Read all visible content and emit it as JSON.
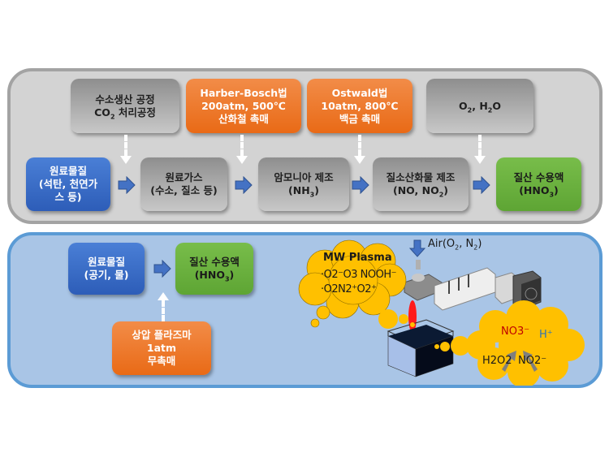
{
  "top_process": {
    "inputs": [
      {
        "line1": "수소생산 공정",
        "line2": "CO",
        "line2_sub": "2",
        "line2_rest": " 처리공정"
      },
      {
        "line1": "Harber-Bosch법",
        "line2": "200atm, 500℃",
        "line3": "산화철 촉매"
      },
      {
        "line1": "Ostwald법",
        "line2": "10atm, 800℃",
        "line3": "백금 촉매"
      },
      {
        "text_a": "O",
        "sub_a": "2",
        "text_b": ", H",
        "sub_b": "2",
        "text_c": "O"
      }
    ],
    "steps": [
      {
        "line1": "원료물질",
        "line2": "(석탄, 천연가",
        "line3": "스 등)"
      },
      {
        "line1": "원료가스",
        "line2": "(수소, 질소 등)"
      },
      {
        "line1": "암모니아 제조",
        "line2": "(NH",
        "line2_sub": "3",
        "line2_rest": ")"
      },
      {
        "line1": "질소산화물 제조",
        "line2": "(NO, NO",
        "line2_sub": "2",
        "line2_rest": ")"
      },
      {
        "line1": "질산 수용액",
        "line2": "(HNO",
        "line2_sub": "3",
        "line2_rest": ")"
      }
    ]
  },
  "bottom_process": {
    "source": {
      "line1": "원료물질",
      "line2": "(공기, 물)"
    },
    "product": {
      "line1": "질산 수용액",
      "line2": "(HNO",
      "line2_sub": "3",
      "line2_rest": ")"
    },
    "method": {
      "line1": "상압 플라즈마",
      "line2": "1atm",
      "line3": "무촉매"
    },
    "air_label": {
      "a": "Air(O",
      "sub1": "2",
      "b": ", N",
      "sub2": "2",
      "c": ")"
    },
    "plasma_cloud": {
      "title": "MW Plasma",
      "species_row1": [
        "·O2⁻",
        "O3",
        "NO",
        "OH⁻"
      ],
      "species_row2": [
        "·O2",
        "N2⁺",
        "O2⁺"
      ]
    },
    "liquid_cloud": {
      "product": "NO3⁻",
      "ion": "H⁺",
      "reactant1": "H2O2",
      "reactant2": "NO2⁻"
    }
  },
  "colors": {
    "orange": "#ed7d31",
    "blue": "#3a6fc8",
    "green": "#6aaf3f",
    "gray_panel": "#d3d3d3",
    "blue_panel": "#a9c5e6",
    "cloud": "#ffc000",
    "plasma": "#ff0000",
    "nitrate": "#c00000",
    "proton": "#2e75b6"
  }
}
